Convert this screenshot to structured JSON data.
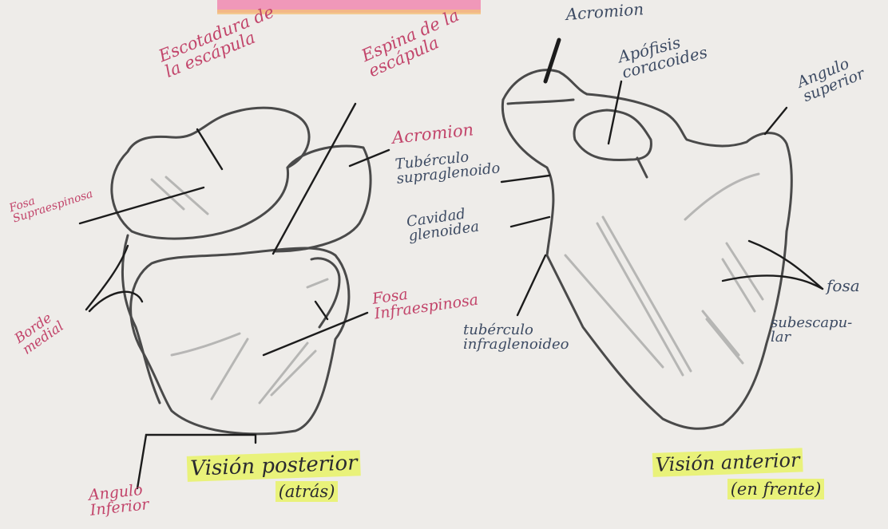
{
  "colors": {
    "paper": "#eeece9",
    "pink_ink": "#c2446a",
    "blue_ink": "#3d4b63",
    "black_ink": "#1c1c1c",
    "highlighter": "#e9f27a",
    "pencil": "#6f6f6f",
    "top_strip": "#f08ab0"
  },
  "posterior": {
    "escotadura": "Escotadura de\nla escápula",
    "espina": "Espina de la\nescápula",
    "acromion": "Acromion",
    "fosa_supra": "Fosa\nSupraespinosa",
    "borde_medial": "Borde\nmedial",
    "fosa_infra": "Fosa\nInfraespinosa",
    "angulo_inferior": "Angulo\nInferior",
    "caption_line1": "Visión posterior",
    "caption_line2": "(atrás)"
  },
  "anterior": {
    "acromion": "Acromion",
    "apofisis": "Apófisis\ncoracoides",
    "angulo_superior": "Angulo\nsuperior",
    "tuberculo_supra": "Tubérculo\nsupraglenoido",
    "cavidad": "Cavidad\nglenoidea",
    "tuberculo_infra": "tubérculo\ninfraglenoideo",
    "fosa": "fosa",
    "subescapular": "subescapu-\nlar",
    "caption_line1": "Visión anterior",
    "caption_line2": "(en frente)"
  }
}
